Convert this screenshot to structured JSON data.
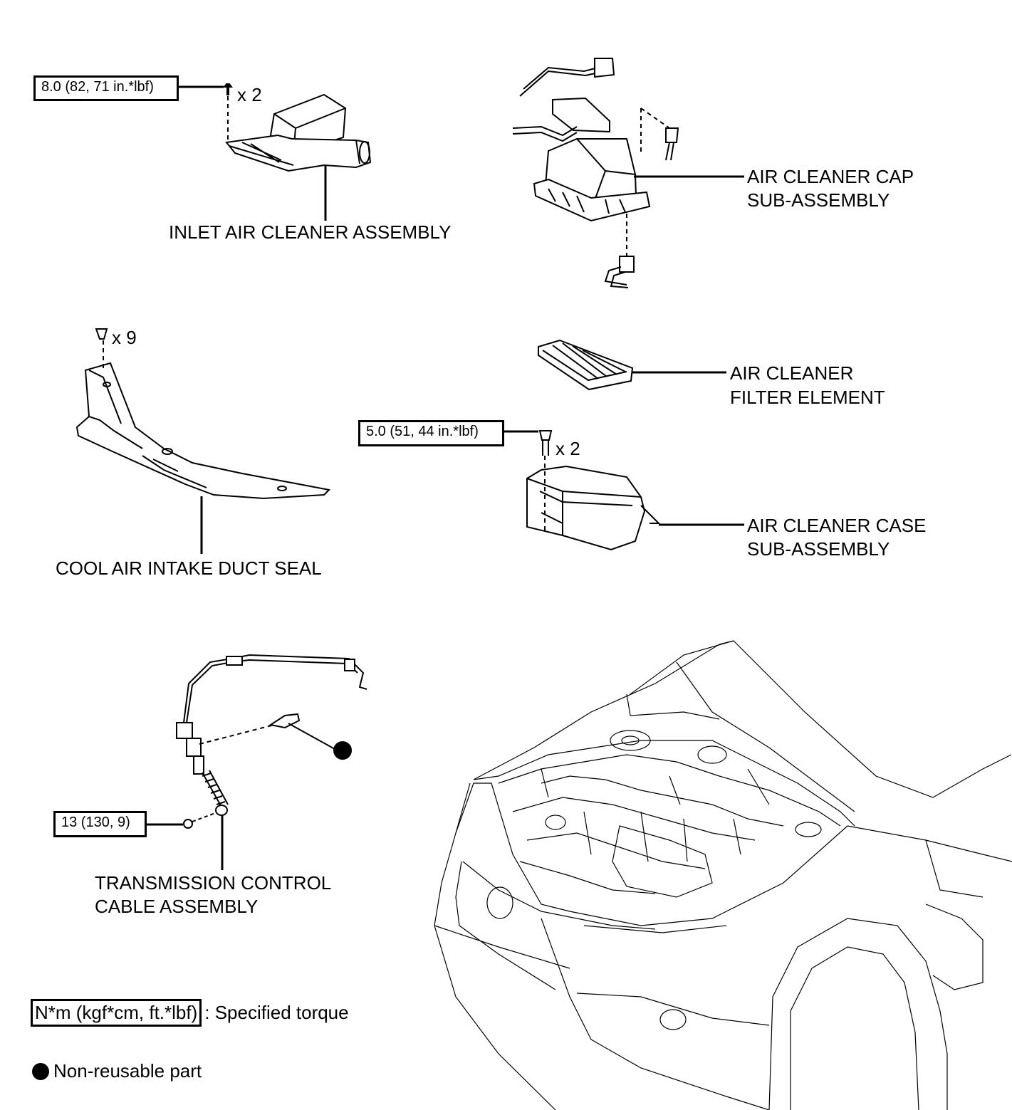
{
  "torque_specs": {
    "inlet": "8.0 (82, 71 in.*lbf)",
    "case": "5.0 (51, 44 in.*lbf)",
    "cable": "13 (130, 9)"
  },
  "quantities": {
    "inlet_bolts": "x 2",
    "seal_clips": "x 9",
    "case_bolts": "x 2"
  },
  "parts": {
    "inlet_air_cleaner": "INLET AIR CLEANER ASSEMBLY",
    "cap_line1": "AIR CLEANER CAP",
    "cap_line2": "SUB-ASSEMBLY",
    "filter_line1": "AIR CLEANER",
    "filter_line2": "FILTER ELEMENT",
    "case_line1": "AIR CLEANER CASE",
    "case_line2": "SUB-ASSEMBLY",
    "duct_seal": "COOL AIR INTAKE DUCT SEAL",
    "cable_line1": "TRANSMISSION CONTROL",
    "cable_line2": "CABLE ASSEMBLY"
  },
  "legend": {
    "torque_unit": "N*m (kgf*cm, ft.*lbf)",
    "torque_desc": ": Specified torque",
    "nonreusable": "Non-reusable part"
  }
}
